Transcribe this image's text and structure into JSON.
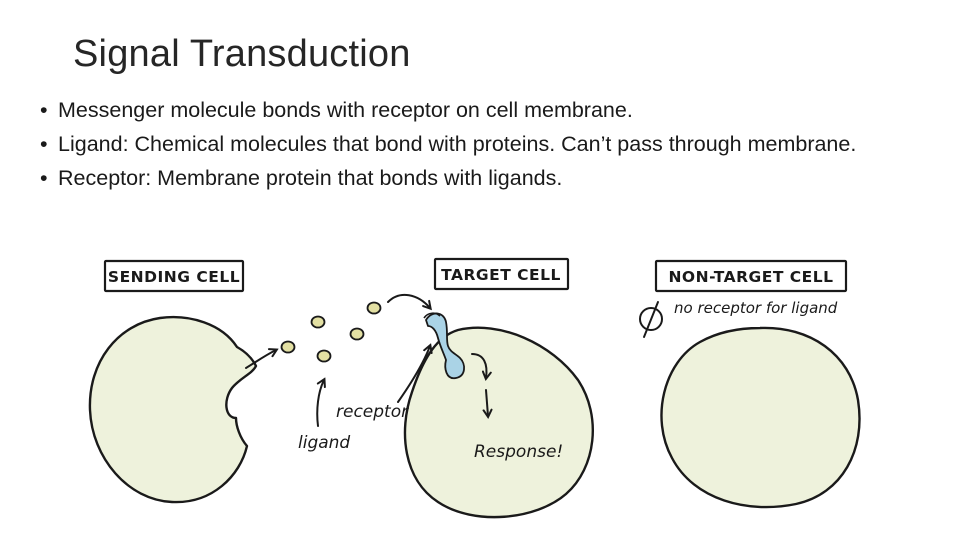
{
  "slide": {
    "title": "Signal Transduction",
    "bullets": [
      "Messenger molecule bonds with receptor on cell membrane.",
      "Ligand: Chemical molecules that bond with proteins. Can’t pass through membrane.",
      "Receptor: Membrane protein that bonds with ligands."
    ],
    "bullet_glyph": "•"
  },
  "diagram": {
    "sending_cell_label": "SENDING CELL",
    "target_cell_label": "TARGET CELL",
    "non_target_cell_label": "NON-TARGET CELL",
    "no_receptor_note": "no receptor for ligand",
    "no_receptor_symbol": "∅",
    "receptor_label": "receptor",
    "ligand_label": "ligand",
    "response_label": "Response!",
    "colors": {
      "cell_fill": "#eef2dc",
      "ligand_fill": "#e3e0a3",
      "receptor_fill": "#aad3e6",
      "outline": "#1a1a1a"
    }
  }
}
